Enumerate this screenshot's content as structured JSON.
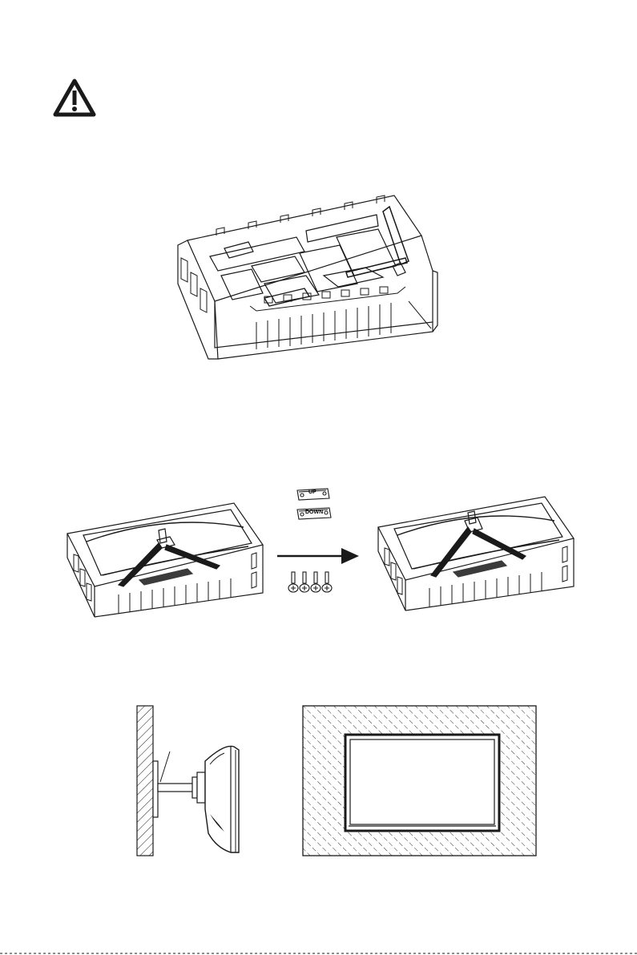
{
  "warning": {
    "icon": "warning-triangle-icon"
  },
  "figure1": {
    "name": "packing-foam-tray",
    "pointer": "leader-line"
  },
  "figure2": {
    "covers": [
      {
        "label": "UP"
      },
      {
        "label": "DOWN"
      }
    ],
    "screws_count": 4,
    "arrow": "right-arrow"
  },
  "figure3": {
    "side_view": "wall-mount-side",
    "front_view": "wall-mount-front"
  },
  "colors": {
    "ink": "#1a1a1a",
    "paper": "#ffffff"
  }
}
